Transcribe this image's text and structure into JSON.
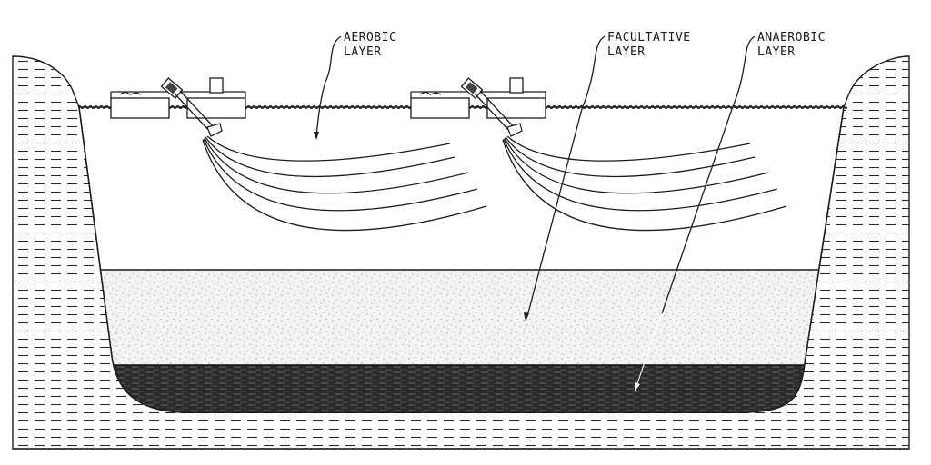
{
  "labels": {
    "aerobic": [
      "AEROBIC",
      "LAYER"
    ],
    "facultative": [
      "FACULTATIVE",
      "LAYER"
    ],
    "anaerobic": [
      "ANAEROBIC",
      "LAYER"
    ]
  },
  "aerators": [
    {
      "name": "aerator-left",
      "spray_arcs": 5
    },
    {
      "name": "aerator-right",
      "spray_arcs": 5
    }
  ],
  "colors": {
    "ink": "#1c1c1c",
    "paper": "#ffffff",
    "facultative_fill": "#f2f2f2",
    "anaerobic_fill": "#262626"
  }
}
